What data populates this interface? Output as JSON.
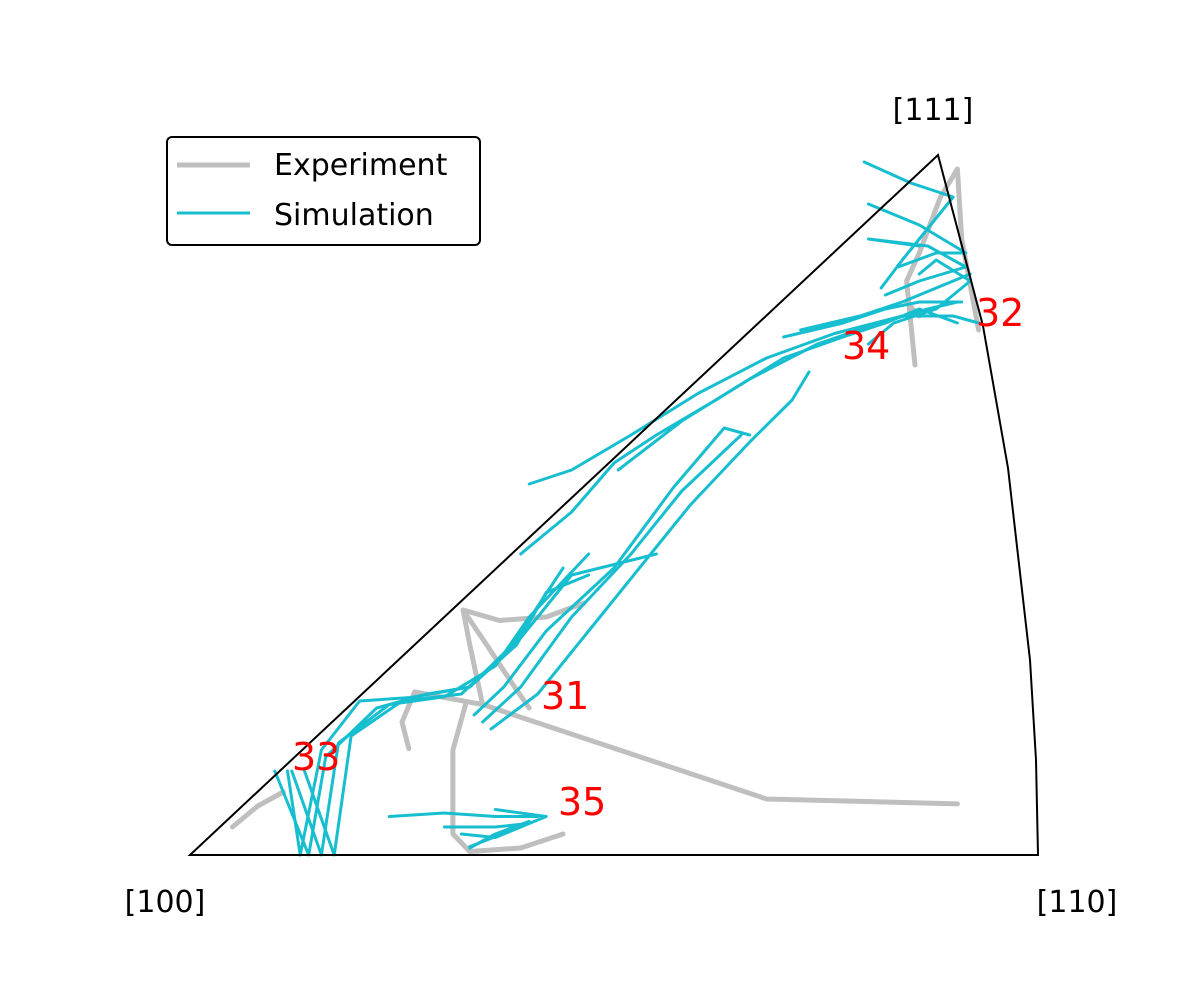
{
  "chart_data": {
    "type": "line",
    "chart_kind": "inverse pole figure (standard stereographic triangle)",
    "corners": {
      "c100": "[100]",
      "c110": "[110]",
      "c111": "[111]"
    },
    "legend": {
      "placement": "top-left",
      "entries": [
        {
          "name": "Experiment",
          "color": "#bfbfbf"
        },
        {
          "name": "Simulation",
          "color": "#17becf"
        }
      ]
    },
    "grain_labels": [
      "31",
      "32",
      "33",
      "34",
      "35"
    ],
    "grain_label_color": "#ff0000",
    "grid": false,
    "note_coordinates": "Paths are in normalized triangle coordinates: u along [100]->[110] (0..1), v height toward [111] (0..1).",
    "series": [
      {
        "name": "Experiment",
        "color": "#bfbfbf",
        "paths": [
          [
            [
              0.05,
              0.04
            ],
            [
              0.08,
              0.07
            ],
            [
              0.11,
              0.09
            ]
          ],
          [
            [
              0.258,
              0.152
            ],
            [
              0.25,
              0.19
            ],
            [
              0.265,
              0.233
            ],
            [
              0.345,
              0.215
            ],
            [
              0.68,
              0.08
            ],
            [
              0.905,
              0.073
            ]
          ],
          [
            [
              0.345,
              0.215
            ],
            [
              0.33,
              0.3
            ],
            [
              0.322,
              0.35
            ],
            [
              0.365,
              0.335
            ],
            [
              0.42,
              0.34
            ],
            [
              0.465,
              0.36
            ]
          ],
          [
            [
              0.322,
              0.35
            ],
            [
              0.35,
              0.3
            ],
            [
              0.38,
              0.245
            ],
            [
              0.4,
              0.21
            ]
          ],
          [
            [
              0.325,
              0.215
            ],
            [
              0.31,
              0.15
            ],
            [
              0.31,
              0.03
            ],
            [
              0.33,
              0.005
            ],
            [
              0.39,
              0.01
            ],
            [
              0.44,
              0.03
            ]
          ],
          [
            [
              0.86,
              0.77
            ],
            [
              0.845,
              0.79
            ]
          ],
          [
            [
              0.93,
              0.75
            ],
            [
              0.91,
              0.88
            ],
            [
              0.905,
              0.98
            ],
            [
              0.885,
              0.94
            ]
          ],
          [
            [
              0.885,
              0.94
            ],
            [
              0.86,
              0.86
            ],
            [
              0.845,
              0.82
            ],
            [
              0.855,
              0.7
            ]
          ]
        ]
      },
      {
        "name": "Simulation",
        "color": "#17becf",
        "paths": [
          [
            [
              0.115,
              0.12
            ],
            [
              0.13,
              0.0
            ]
          ],
          [
            [
              0.13,
              0.0
            ],
            [
              0.155,
              0.15
            ],
            [
              0.2,
              0.22
            ],
            [
              0.26,
              0.225
            ],
            [
              0.33,
              0.24
            ],
            [
              0.385,
              0.3
            ],
            [
              0.42,
              0.375
            ],
            [
              0.47,
              0.4
            ]
          ],
          [
            [
              0.1,
              0.12
            ],
            [
              0.14,
              0.0
            ],
            [
              0.16,
              0.14
            ],
            [
              0.22,
              0.21
            ],
            [
              0.28,
              0.23
            ],
            [
              0.33,
              0.24
            ],
            [
              0.38,
              0.3
            ],
            [
              0.44,
              0.41
            ]
          ],
          [
            [
              0.12,
              0.12
            ],
            [
              0.155,
              0.0
            ],
            [
              0.175,
              0.16
            ],
            [
              0.235,
              0.215
            ],
            [
              0.3,
              0.226
            ],
            [
              0.36,
              0.27
            ],
            [
              0.4,
              0.34
            ],
            [
              0.47,
              0.43
            ]
          ],
          [
            [
              0.135,
              0.12
            ],
            [
              0.17,
              0.0
            ],
            [
              0.19,
              0.17
            ],
            [
              0.25,
              0.22
            ],
            [
              0.32,
              0.23
            ],
            [
              0.39,
              0.31
            ],
            [
              0.45,
              0.4
            ],
            [
              0.55,
              0.43
            ]
          ],
          [
            [
              0.335,
              0.2
            ],
            [
              0.37,
              0.24
            ],
            [
              0.42,
              0.32
            ],
            [
              0.5,
              0.41
            ],
            [
              0.57,
              0.525
            ],
            [
              0.63,
              0.61
            ],
            [
              0.66,
              0.6
            ]
          ],
          [
            [
              0.345,
              0.19
            ],
            [
              0.39,
              0.24
            ],
            [
              0.45,
              0.34
            ],
            [
              0.52,
              0.43
            ],
            [
              0.58,
              0.52
            ],
            [
              0.65,
              0.6
            ]
          ],
          [
            [
              0.355,
              0.18
            ],
            [
              0.41,
              0.23
            ],
            [
              0.47,
              0.32
            ],
            [
              0.53,
              0.41
            ],
            [
              0.59,
              0.5
            ],
            [
              0.66,
              0.59
            ],
            [
              0.71,
              0.65
            ],
            [
              0.73,
              0.69
            ]
          ],
          [
            [
              0.39,
              0.43
            ],
            [
              0.45,
              0.49
            ],
            [
              0.5,
              0.56
            ],
            [
              0.55,
              0.6
            ],
            [
              0.62,
              0.65
            ],
            [
              0.7,
              0.71
            ],
            [
              0.77,
              0.74
            ],
            [
              0.82,
              0.76
            ],
            [
              0.86,
              0.78
            ],
            [
              0.905,
              0.76
            ]
          ],
          [
            [
              0.4,
              0.53
            ],
            [
              0.45,
              0.55
            ],
            [
              0.52,
              0.6
            ],
            [
              0.6,
              0.66
            ],
            [
              0.68,
              0.71
            ],
            [
              0.76,
              0.745
            ],
            [
              0.84,
              0.77
            ],
            [
              0.9,
              0.77
            ],
            [
              0.93,
              0.76
            ]
          ],
          [
            [
              0.505,
              0.55
            ],
            [
              0.58,
              0.62
            ],
            [
              0.66,
              0.68
            ],
            [
              0.74,
              0.73
            ],
            [
              0.8,
              0.755
            ],
            [
              0.87,
              0.78
            ],
            [
              0.905,
              0.79
            ]
          ],
          [
            [
              0.7,
              0.74
            ],
            [
              0.77,
              0.76
            ],
            [
              0.82,
              0.78
            ],
            [
              0.86,
              0.79
            ],
            [
              0.91,
              0.79
            ]
          ],
          [
            [
              0.72,
              0.75
            ],
            [
              0.79,
              0.77
            ],
            [
              0.84,
              0.79
            ],
            [
              0.88,
              0.81
            ],
            [
              0.92,
              0.83
            ]
          ],
          [
            [
              0.8,
              0.73
            ],
            [
              0.83,
              0.76
            ],
            [
              0.88,
              0.78
            ],
            [
              0.92,
              0.82
            ],
            [
              0.88,
              0.85
            ],
            [
              0.86,
              0.83
            ]
          ],
          [
            [
              0.82,
              0.8
            ],
            [
              0.86,
              0.82
            ],
            [
              0.915,
              0.84
            ],
            [
              0.87,
              0.87
            ],
            [
              0.8,
              0.88
            ],
            [
              0.86,
              0.87
            ]
          ],
          [
            [
              0.835,
              0.84
            ],
            [
              0.88,
              0.86
            ],
            [
              0.915,
              0.86
            ],
            [
              0.86,
              0.9
            ],
            [
              0.8,
              0.93
            ]
          ],
          [
            [
              0.795,
              0.99
            ],
            [
              0.85,
              0.96
            ],
            [
              0.9,
              0.94
            ],
            [
              0.86,
              0.88
            ]
          ],
          [
            [
              0.815,
              0.81
            ],
            [
              0.84,
              0.85
            ],
            [
              0.86,
              0.88
            ]
          ],
          [
            [
              0.235,
              0.055
            ],
            [
              0.3,
              0.06
            ],
            [
              0.36,
              0.055
            ],
            [
              0.41,
              0.055
            ]
          ],
          [
            [
              0.3,
              0.04
            ],
            [
              0.33,
              0.04
            ],
            [
              0.36,
              0.04
            ],
            [
              0.4,
              0.045
            ],
            [
              0.42,
              0.055
            ],
            [
              0.36,
              0.065
            ]
          ],
          [
            [
              0.32,
              0.03
            ],
            [
              0.36,
              0.025
            ],
            [
              0.4,
              0.045
            ],
            [
              0.33,
              0.012
            ]
          ],
          [
            [
              0.33,
              0.01
            ],
            [
              0.36,
              0.03
            ],
            [
              0.4,
              0.048
            ]
          ]
        ]
      }
    ],
    "label_positions_note": "Grain labels 31-35 are annotations placed near trajectory endpoints."
  }
}
